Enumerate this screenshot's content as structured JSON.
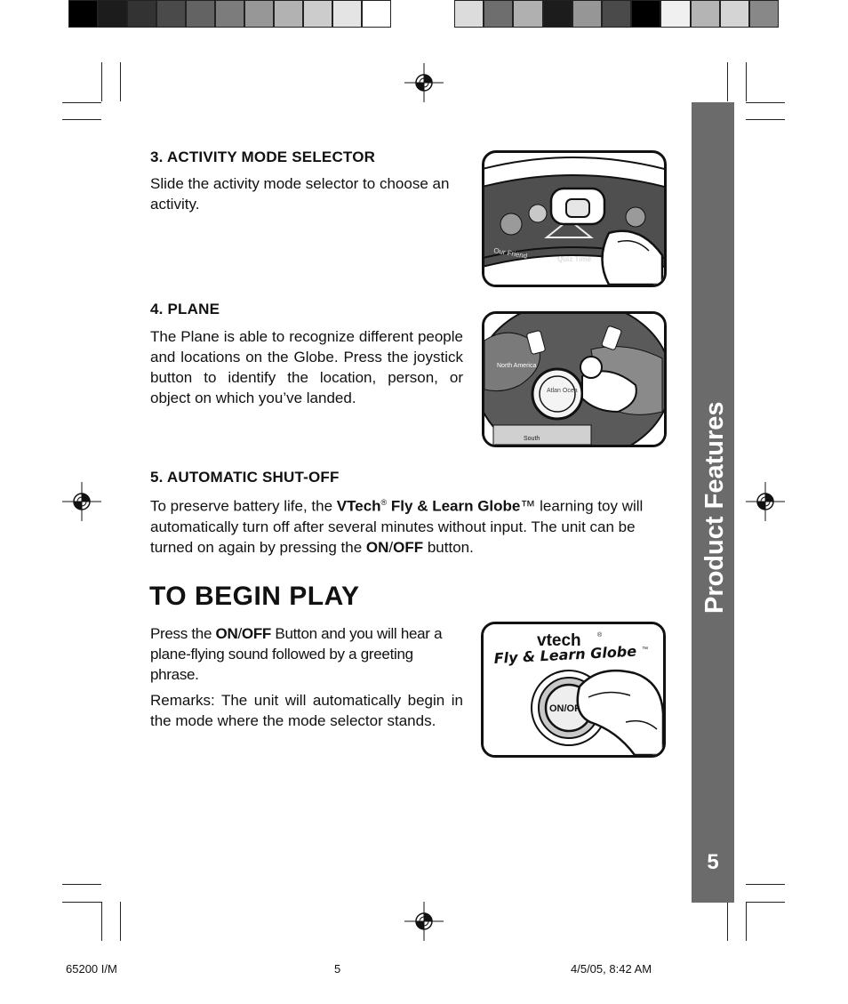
{
  "calibration": {
    "left_bar": [
      "#000000",
      "#1c1c1c",
      "#333333",
      "#4a4a4a",
      "#636363",
      "#7c7c7c",
      "#979797",
      "#b2b2b2",
      "#cccccc",
      "#e4e4e4",
      "#ffffff"
    ],
    "right_bar": [
      "#dcdcdc",
      "#6e6e6e",
      "#b0b0b0",
      "#1c1c1c",
      "#969696",
      "#4a4a4a",
      "#000000",
      "#f0f0f0",
      "#b4b4b4",
      "#d4d4d4",
      "#888888"
    ]
  },
  "side_tab": {
    "title": "Product Features",
    "page_number": "5"
  },
  "sections": {
    "s3": {
      "heading": "3. ACTIVITY MODE SELECTOR",
      "body": "Slide the activity mode selector to choose an activity."
    },
    "s4": {
      "heading": "4. PLANE",
      "body": "The Plane is able to recognize different people and locations on the Globe. Press the joystick button to identify the location, person, or object on which you’ve landed."
    },
    "s5": {
      "heading": "5. AUTOMATIC SHUT-OFF",
      "p1_prefix": "To preserve battery life, the ",
      "brand": "VTech",
      "reg_mark": "®",
      "product": " Fly & Learn Globe",
      "tm": "™",
      "p1_mid": " learning toy will automatically turn off after several minutes without input. The unit can be turned on again by pressing the ",
      "on": "ON",
      "slash": "/",
      "off": "OFF",
      "p1_suffix": " button."
    },
    "begin": {
      "title": "TO BEGIN PLAY",
      "p1_prefix": "Press the ",
      "on": "ON",
      "slash": "/",
      "off": "OFF",
      "p1_suffix": " Button and you will hear a plane-flying sound followed by a greeting phrase.",
      "p2": "Remarks: The unit will automatically begin in the mode where the mode selector stands."
    }
  },
  "illustrations": {
    "selector": {
      "label_1": "Our Friend",
      "label_2": "Quiz Time"
    },
    "plane": {
      "label_1": "North America",
      "label_2": "Atlan Ocea",
      "label_3": "South"
    },
    "onoff": {
      "brand": "vtech",
      "reg": "®",
      "product": "Fly & Learn Globe",
      "tm": "™",
      "button": "ON/OFF"
    }
  },
  "footer": {
    "left": "65200 I/M",
    "center": "5",
    "right": "4/5/05, 8:42 AM"
  }
}
